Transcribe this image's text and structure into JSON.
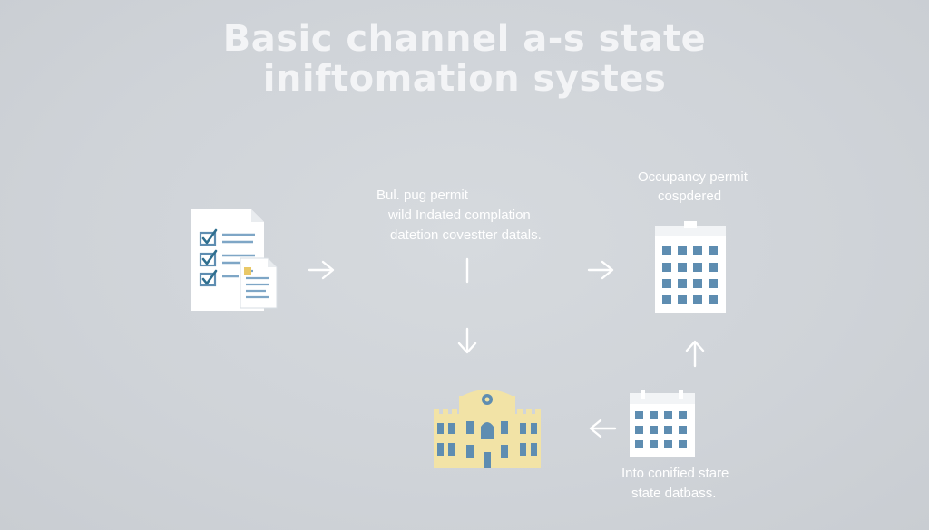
{
  "title": {
    "line1": "Basic channel a-s state",
    "line2": "iniftomation systes"
  },
  "steps": {
    "building_permit": {
      "line1": "Bul. pug permit",
      "line2": "wild Indated complation",
      "line3": "datetion covestter datals."
    },
    "occupancy_permit": {
      "line1": "Occupancy permit",
      "line2": "cospdered"
    },
    "state_database": {
      "line1": "Into conified stare",
      "line2": "state datbass."
    }
  },
  "icons": {
    "checklist": "checklist-document-icon",
    "building": "office-building-icon",
    "state_house": "state-house-icon",
    "calendar": "calendar-icon"
  },
  "colors": {
    "background": "#cfd3d8",
    "text": "#ffffff",
    "accent_blue": "#5e8db1",
    "building_cream": "#f2e3a6"
  }
}
